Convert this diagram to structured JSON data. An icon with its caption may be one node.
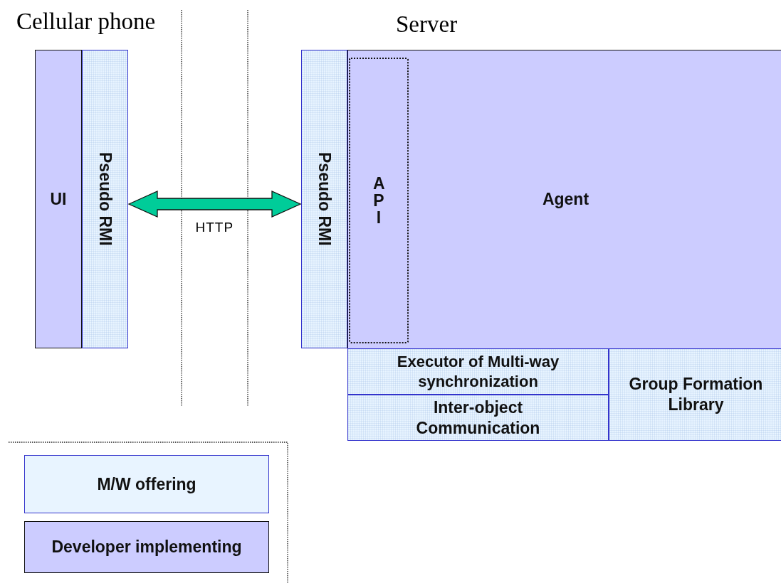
{
  "diagram": {
    "nodes": [
      {
        "text": [
          "UI"
        ]
      },
      {
        "text": [
          "Pseudo RMI"
        ]
      },
      {
        "text": [
          "Pseudo RMI"
        ]
      },
      {
        "text": [
          "Agent"
        ]
      },
      {
        "text": [
          "API"
        ],
        "in": 3
      },
      {
        "text": [
          "Executor of Multi-way synchronization"
        ]
      },
      {
        "text": [
          "Inter-object Communication"
        ]
      },
      {
        "text": [
          "Group Formation Library"
        ]
      }
    ],
    "edges": [
      {
        "from": 1,
        "to": 2,
        "arrow": "both",
        "label": "HTTP"
      }
    ],
    "labels": [
      "Cellular phone",
      "Server"
    ],
    "legend": [
      {
        "text": "M/W offering",
        "color": "#e8f4ff"
      },
      {
        "text": "Developer implementing",
        "color": "#ccccff"
      }
    ]
  }
}
